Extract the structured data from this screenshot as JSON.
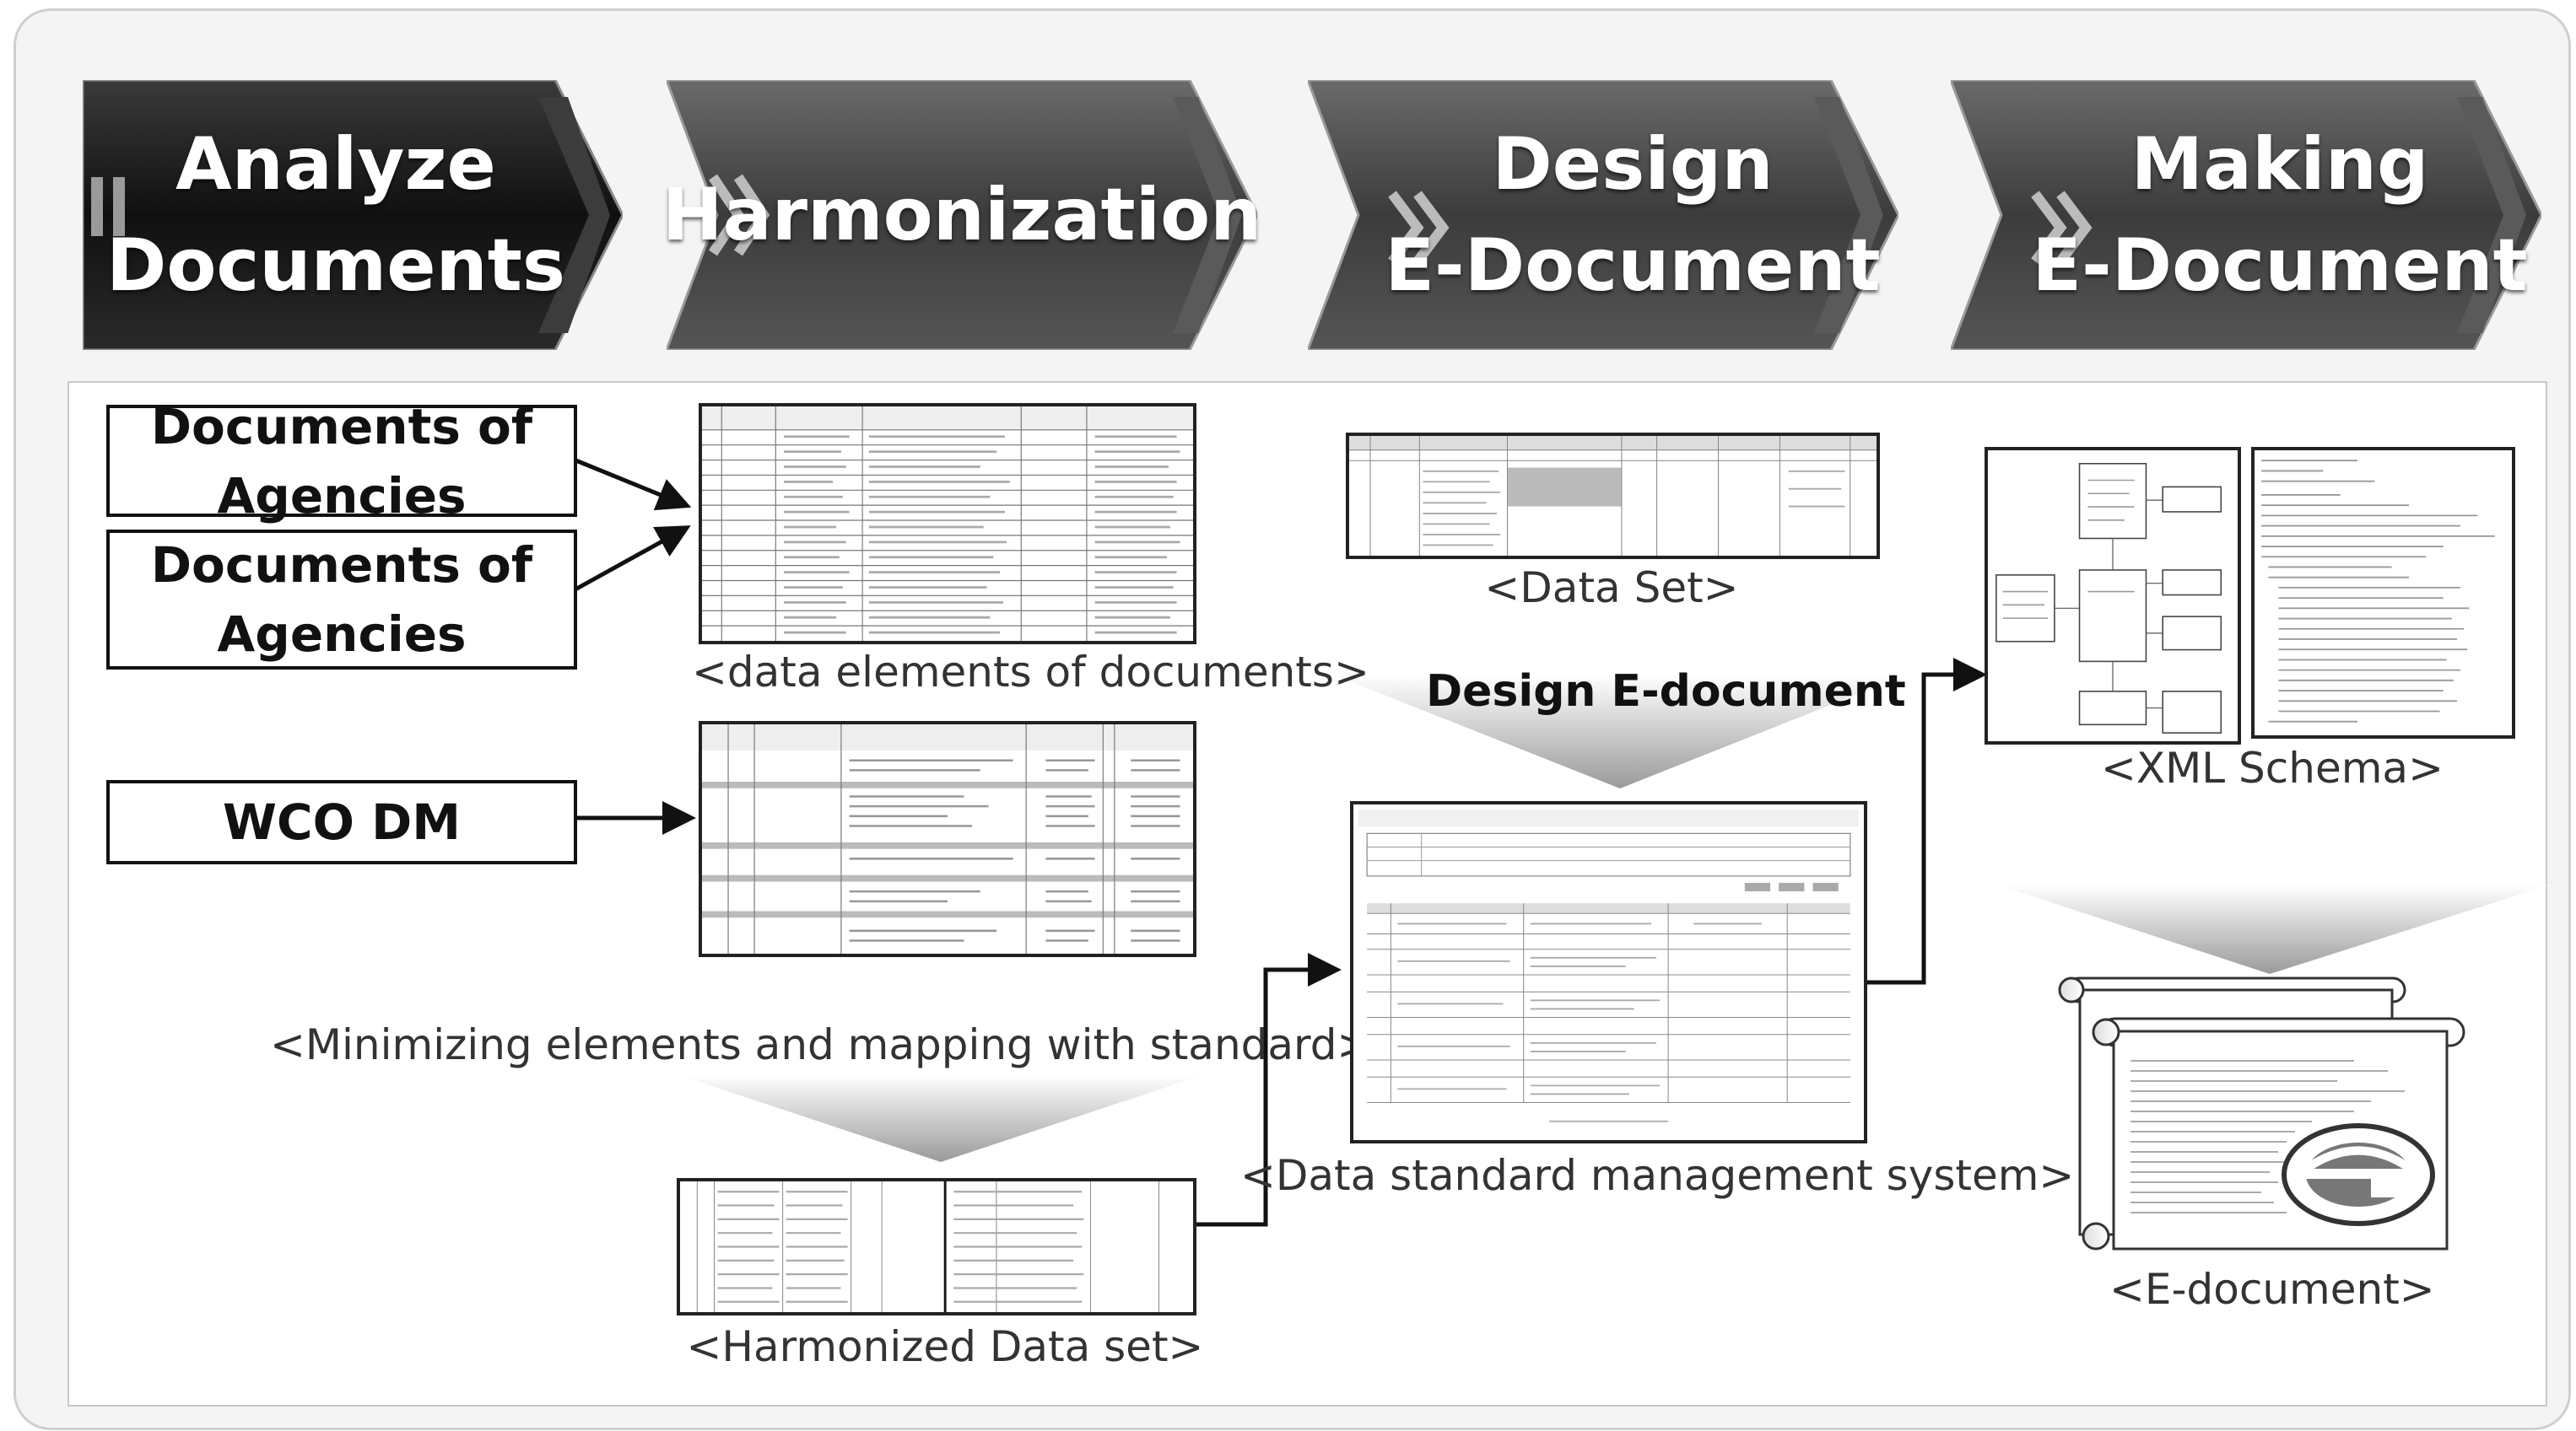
{
  "stages": [
    {
      "label": "Analyze\nDocuments"
    },
    {
      "label": "Harmonization"
    },
    {
      "label": "Design\nE-Document"
    },
    {
      "label": "Making\nE-Document"
    }
  ],
  "inputs": {
    "agencies_1": "Documents of Agencies",
    "agencies_2": "Documents of Agencies",
    "wco": "WCO DM"
  },
  "captions": {
    "data_elements": "<data elements of documents>",
    "minimizing": "<Minimizing elements and mapping with standard>",
    "harmonized": "<Harmonized Data set>",
    "data_set": "<Data Set>",
    "design_label": "Design E-document",
    "dsms": "<Data standard management system>",
    "xml_schema": "<XML Schema>",
    "e_document": "<E-document>"
  },
  "colors": {
    "stage_dark": "#151515",
    "stage_gray": "#4a4a4a",
    "arrow_black": "#111111",
    "funnel_gray": "#a8a8a8"
  }
}
